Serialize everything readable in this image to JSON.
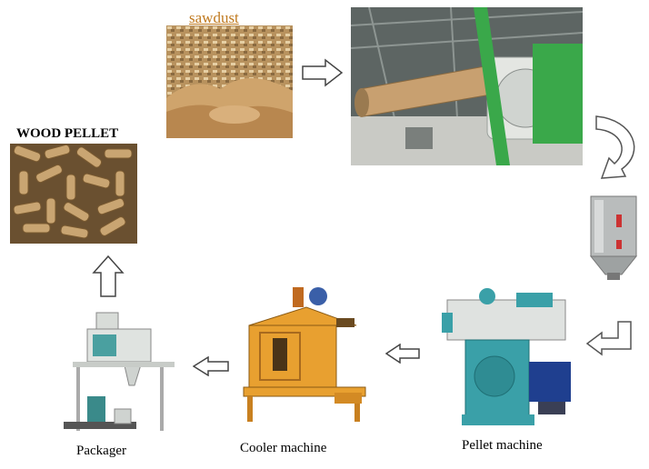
{
  "labels": {
    "sawdust": "sawdust",
    "wood_pellet": "WOOD PELLET",
    "packager": "Packager",
    "cooler_machine": "Cooler machine",
    "pellet_machine": "Pellet machine"
  },
  "colors": {
    "sawdust_label": "#c07a20",
    "sawdust": "#c9a06a",
    "pellet": "#b89460",
    "dryer_drum": "#c8a070",
    "dryer_fan": "#3aa84a",
    "cooler_body": "#e8a030",
    "pellet_machine_body": "#3aa0a8",
    "arrow_fill": "#ffffff",
    "arrow_stroke": "#444444"
  },
  "icons": {
    "arrow_right": "arrow-right-icon",
    "arrow_left": "arrow-left-icon",
    "arrow_up": "arrow-up-icon",
    "arrow_curved_down": "curved-arrow-icon",
    "arrow_elbow": "elbow-arrow-icon"
  }
}
